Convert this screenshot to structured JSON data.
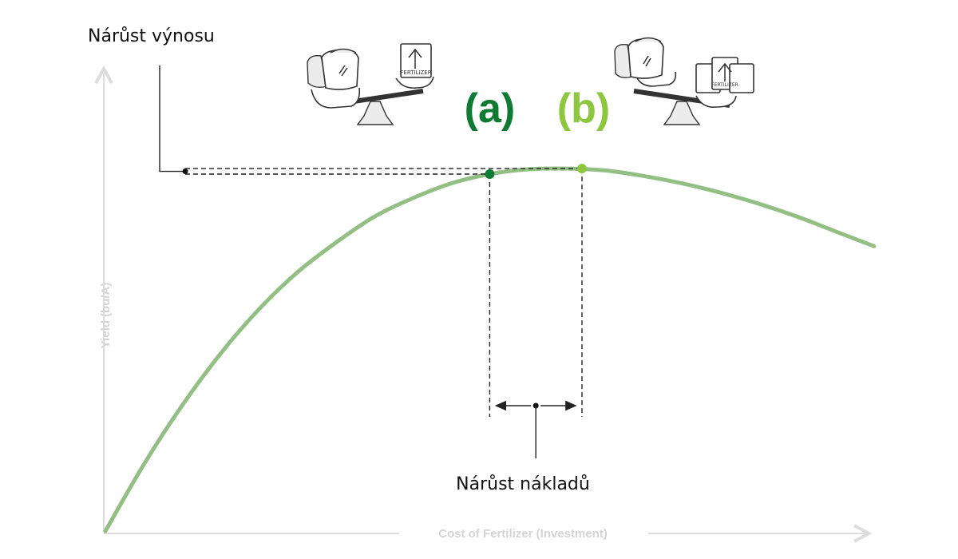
{
  "chart_data": {
    "type": "line",
    "xlabel": "Cost of Fertilizer (Investment)",
    "ylabel": "Yield (bu/A)",
    "x": [
      0,
      5,
      10,
      15,
      20,
      25,
      30,
      35,
      40,
      45,
      50,
      55,
      60,
      65,
      70,
      75,
      80,
      85,
      90,
      95,
      100
    ],
    "y": [
      0,
      18,
      34,
      48,
      60,
      70,
      78,
      85,
      90,
      94,
      96.5,
      97.8,
      98,
      97.5,
      96,
      94,
      91.5,
      88.5,
      85,
      81,
      77
    ],
    "xlim": [
      0,
      105
    ],
    "ylim": [
      0,
      125
    ],
    "grid": false,
    "points": [
      {
        "label": "(a)",
        "x": 50,
        "y": 96.5,
        "color": "#0f7a32"
      },
      {
        "label": "(b)",
        "x": 62,
        "y": 98,
        "color": "#8dc63f"
      }
    ],
    "annotations": {
      "yield_increase": "Nárůst výnosu",
      "cost_increase": "Nárůst nákladů"
    },
    "colors": {
      "curve": "#93bf85",
      "axis": "#dcdcdc",
      "axis_text": "#d4d4d4"
    }
  }
}
